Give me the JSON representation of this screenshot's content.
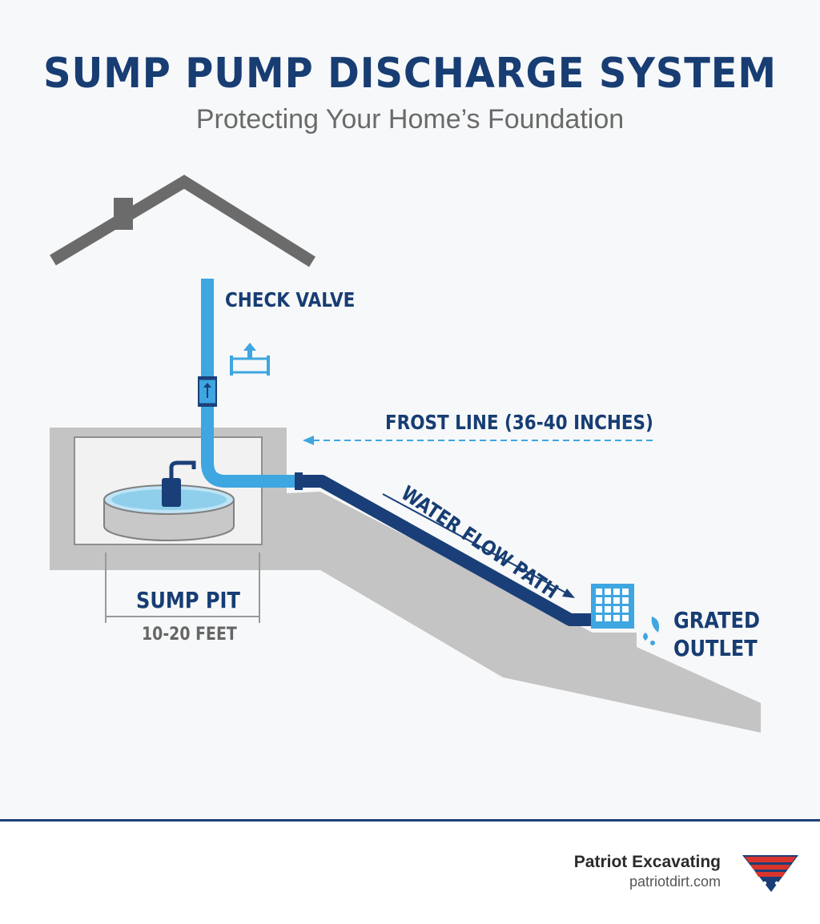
{
  "header": {
    "title": "SUMP PUMP DISCHARGE SYSTEM",
    "subtitle": "Protecting Your Home’s Foundation"
  },
  "labels": {
    "check_valve": "CHECK VALVE",
    "frost_line": "FROST LINE (36-40 INCHES)",
    "water_flow": "WATER FLOW PATH",
    "sump_pit": "SUMP PIT",
    "distance": "10-20 FEET",
    "grated_outlet_line1": "GRATED",
    "grated_outlet_line2": "OUTLET"
  },
  "footer": {
    "company": "Patriot Excavating",
    "website": "patriotdirt.com"
  },
  "colors": {
    "navy": "#173d73",
    "light_blue_pipe": "#3ea6e0",
    "dark_blue_pipe": "#1a3f78",
    "ground_gray": "#c4c4c4",
    "roof_gray": "#6b6b6b",
    "logo_red": "#d8342c"
  }
}
